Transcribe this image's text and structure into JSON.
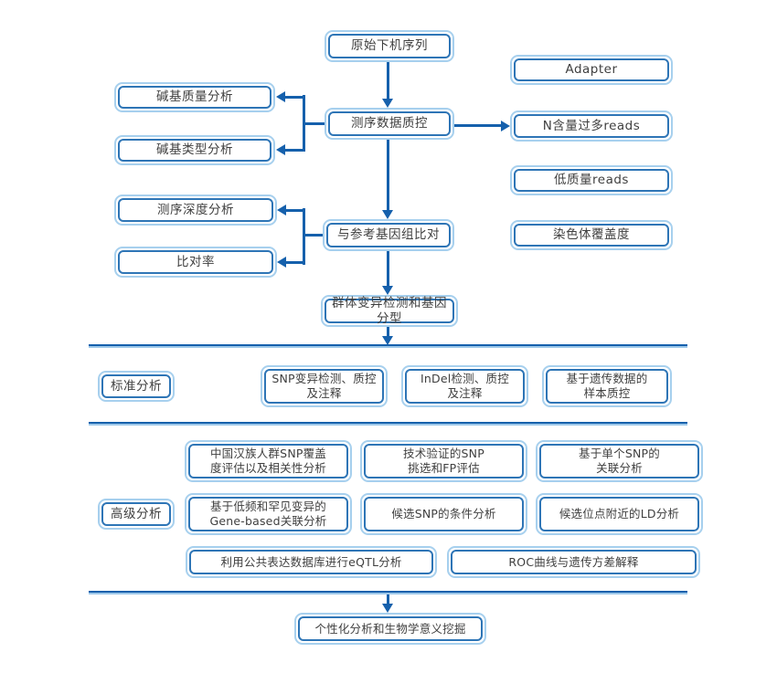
{
  "diagram": {
    "type": "flowchart",
    "colors": {
      "line_blue": "#1560ac",
      "box_border_blue": "#2e75b6",
      "box_outer_light_blue": "#a7d0ee",
      "text": "#3f3f3f",
      "background": "#ffffff"
    },
    "nodes": {
      "raw": {
        "label": "原始下机序列"
      },
      "qc": {
        "label": "测序数据质控"
      },
      "adapter": {
        "label": "Adapter"
      },
      "n_reads": {
        "label": "N含量过多reads"
      },
      "low_quality": {
        "label": "低质量reads"
      },
      "chrom_coverage": {
        "label": "染色体覆盖度"
      },
      "base_quality": {
        "label": "碱基质量分析"
      },
      "base_type": {
        "label": "碱基类型分析"
      },
      "depth": {
        "label": "测序深度分析"
      },
      "mapping_rate": {
        "label": "比对率"
      },
      "align": {
        "label": "与参考基因组比对"
      },
      "genotyping": {
        "label": "群体变异检测和基因分型"
      },
      "std_label": {
        "label": "标准分析"
      },
      "snp": {
        "label": "SNP变异检测、质控\n及注释"
      },
      "indel": {
        "label": "InDel检测、质控\n及注释"
      },
      "sample_qc": {
        "label": "基于遗传数据的\n样本质控"
      },
      "han_snp": {
        "label": "中国汉族人群SNP覆盖\n度评估以及相关性分析"
      },
      "tech_snp": {
        "label": "技术验证的SNP\n挑选和FP评估"
      },
      "single_snp": {
        "label": "基于单个SNP的\n关联分析"
      },
      "adv_label": {
        "label": "高级分析"
      },
      "gene_based": {
        "label": "基于低频和罕见变异的\nGene-based关联分析"
      },
      "conditional": {
        "label": "候选SNP的条件分析"
      },
      "ld": {
        "label": "候选位点附近的LD分析"
      },
      "eqtl": {
        "label": "利用公共表达数据库进行eQTL分析"
      },
      "roc": {
        "label": "ROC曲线与遗传方差解释"
      },
      "final": {
        "label": "个性化分析和生物学意义挖掘"
      }
    },
    "edges": [
      {
        "from": "raw",
        "to": "qc"
      },
      {
        "from": "qc",
        "to": "base_quality"
      },
      {
        "from": "qc",
        "to": "base_type"
      },
      {
        "from": "qc",
        "to": "n_reads"
      },
      {
        "from": "qc",
        "to": "align"
      },
      {
        "from": "align",
        "to": "depth"
      },
      {
        "from": "align",
        "to": "mapping_rate"
      },
      {
        "from": "align",
        "to": "genotyping"
      },
      {
        "from": "genotyping",
        "to": "standard_analysis_section"
      },
      {
        "from": "advanced_analysis_section",
        "to": "final"
      }
    ],
    "sections": [
      {
        "label": "标准分析"
      },
      {
        "label": "高级分析"
      }
    ]
  }
}
